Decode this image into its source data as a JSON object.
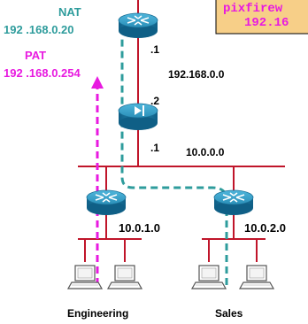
{
  "nat_label": {
    "title": "NAT",
    "address": "192 .168.0.20",
    "color": "#2e9c9c"
  },
  "pat_label": {
    "title": "PAT",
    "address": "192 .168.0.254",
    "color": "#e81ae0"
  },
  "callout": {
    "line1": "pixfirew",
    "line2": "192.16",
    "fill": "#f7cf88",
    "text_color": "#e81ae0"
  },
  "networks": {
    "upper_link_host": ".1",
    "upper_net": "192.168.0.0",
    "firewall_upper_host": ".2",
    "firewall_lower_host": ".1",
    "core_net": "10.0.0.0",
    "engineering_net": "10.0.1.0",
    "sales_net": "10.0.2.0"
  },
  "departments": {
    "engineering": "Engineering",
    "sales": "Sales"
  },
  "colors": {
    "link": "#c0152a",
    "device": "#2a8fb8",
    "nat_path": "#2e9c9c",
    "pat_path": "#e81ae0"
  }
}
